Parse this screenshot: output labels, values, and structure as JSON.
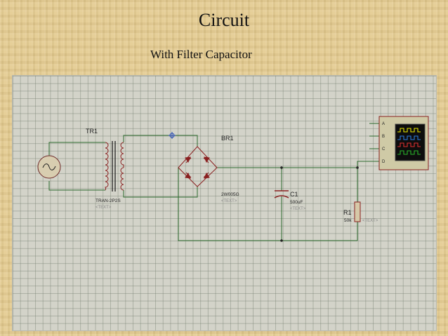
{
  "slide": {
    "title": "Circuit",
    "subtitle": "With Filter Capacitor"
  },
  "schematic": {
    "transformer": {
      "ref": "TR1",
      "model": "TRAN-2P2S",
      "text": "<TEXT>"
    },
    "bridge": {
      "ref": "BR1",
      "model": "2W005G",
      "text": "<TEXT>"
    },
    "capacitor": {
      "ref": "C1",
      "value": "500uF",
      "text": "<TEXT>"
    },
    "resistor": {
      "ref": "R1",
      "value": "50k",
      "text": "<TEXT>"
    },
    "oscilloscope": {
      "channels": [
        "A",
        "B",
        "C",
        "D"
      ],
      "trace_colors": [
        "#e6e600",
        "#2d7de0",
        "#e03030",
        "#2ab52a"
      ]
    },
    "colors": {
      "wire": "#2e6b2e",
      "body": "#8a2020",
      "component_fill": "#d6c9a8"
    }
  }
}
